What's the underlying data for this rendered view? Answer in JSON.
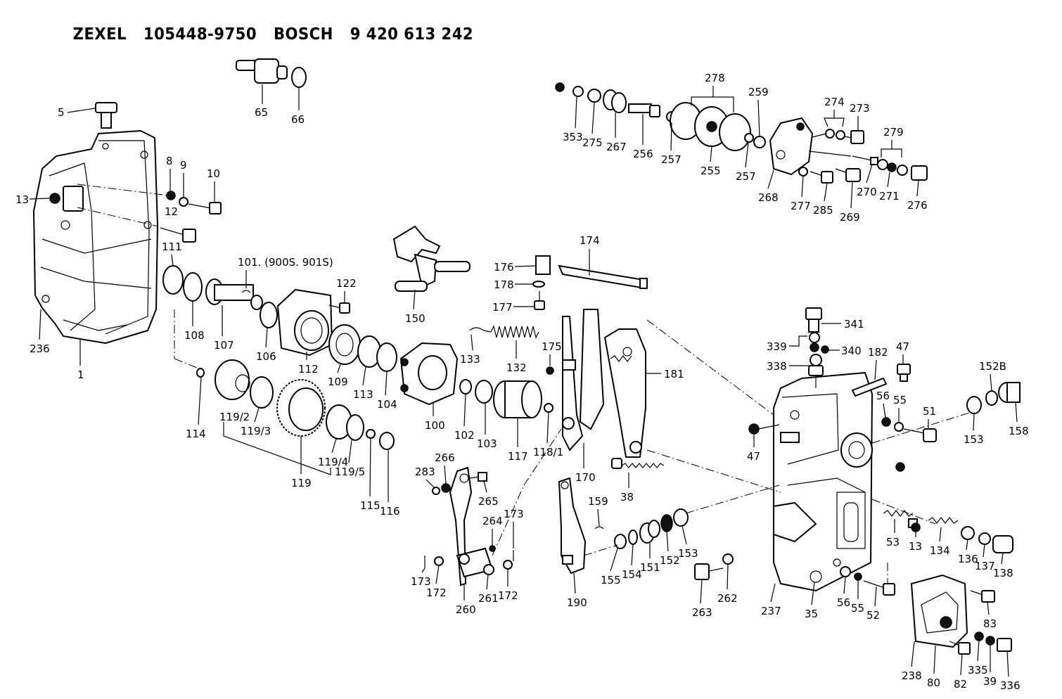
{
  "header": {
    "brand1": "ZEXEL",
    "part1": "105448-9750",
    "brand2": "BOSCH",
    "part2": "9 420 613 242"
  },
  "labels": {
    "l5": "5",
    "l65": "65",
    "l66": "66",
    "l8": "8",
    "l9": "9",
    "l10": "10",
    "l13a": "13",
    "l12": "12",
    "l111": "111",
    "l101": "101. (900S. 901S)",
    "l122": "122",
    "l108": "108",
    "l107": "107",
    "l106": "106",
    "l112": "112",
    "l109": "109",
    "l113": "113",
    "l104": "104",
    "l236": "236",
    "l1": "1",
    "l114": "114",
    "l119_2": "119/2",
    "l119_3": "119/3",
    "l119_4": "119/4",
    "l119_5": "119/5",
    "l119": "119",
    "l115": "115",
    "l116": "116",
    "l150": "150",
    "l133": "133",
    "l100": "100",
    "l102": "102",
    "l103": "103",
    "l117": "117",
    "l118_1": "118/1",
    "l176": "176",
    "l174": "174",
    "l178": "178",
    "l177": "177",
    "l132": "132",
    "l175": "175",
    "l170": "170",
    "l181": "181",
    "l353": "353",
    "l275": "275",
    "l267": "267",
    "l256": "256",
    "l257a": "257",
    "l278": "278",
    "l255": "255",
    "l257b": "257",
    "l259": "259",
    "l268": "268",
    "l274": "274",
    "l273": "273",
    "l279": "279",
    "l277": "277",
    "l285": "285",
    "l269": "269",
    "l270": "270",
    "l271": "271",
    "l276": "276",
    "l341": "341",
    "l339": "339",
    "l340": "340",
    "l338": "338",
    "l182": "182",
    "l47a": "47",
    "l47b": "47",
    "l56a": "56",
    "l55a": "55",
    "l51": "51",
    "l152B": "152B",
    "l153a": "153",
    "l158": "158",
    "l283": "283",
    "l266": "266",
    "l265": "265",
    "l264": "264",
    "l173a": "173",
    "l173b": "173",
    "l172a": "172",
    "l172b": "172",
    "l260": "260",
    "l261": "261",
    "l38": "38",
    "l159": "159",
    "l190": "190",
    "l155": "155",
    "l154": "154",
    "l151": "151",
    "l152": "152",
    "l153b": "153",
    "l263": "263",
    "l262": "262",
    "l237": "237",
    "l35": "35",
    "l56b": "56",
    "l55b": "55",
    "l52": "52",
    "l53": "53",
    "l13b": "13",
    "l134": "134",
    "l136": "136",
    "l137": "137",
    "l138": "138",
    "l83": "83",
    "l238": "238",
    "l80": "80",
    "l82": "82",
    "l335": "335",
    "l39": "39",
    "l336": "336"
  }
}
